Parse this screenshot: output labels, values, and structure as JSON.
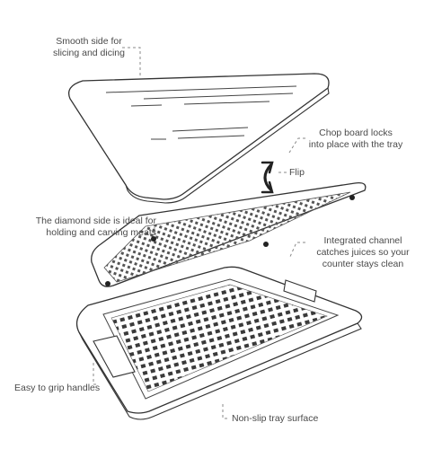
{
  "callouts": {
    "smooth_side": [
      "Smooth side for",
      "slicing and dicing"
    ],
    "locks": [
      "Chop board locks",
      "into place with the tray"
    ],
    "flip": "Flip",
    "diamond_side": [
      "The diamond side is ideal for",
      "holding and carving meats"
    ],
    "channel": [
      "Integrated channel",
      "catches juices so your",
      "counter stays clean"
    ],
    "handles": "Easy to grip handles",
    "tray_surface": "Non-slip tray surface"
  },
  "colors": {
    "line": "#333333",
    "dash": "#888888",
    "text": "#4a4a4a"
  }
}
